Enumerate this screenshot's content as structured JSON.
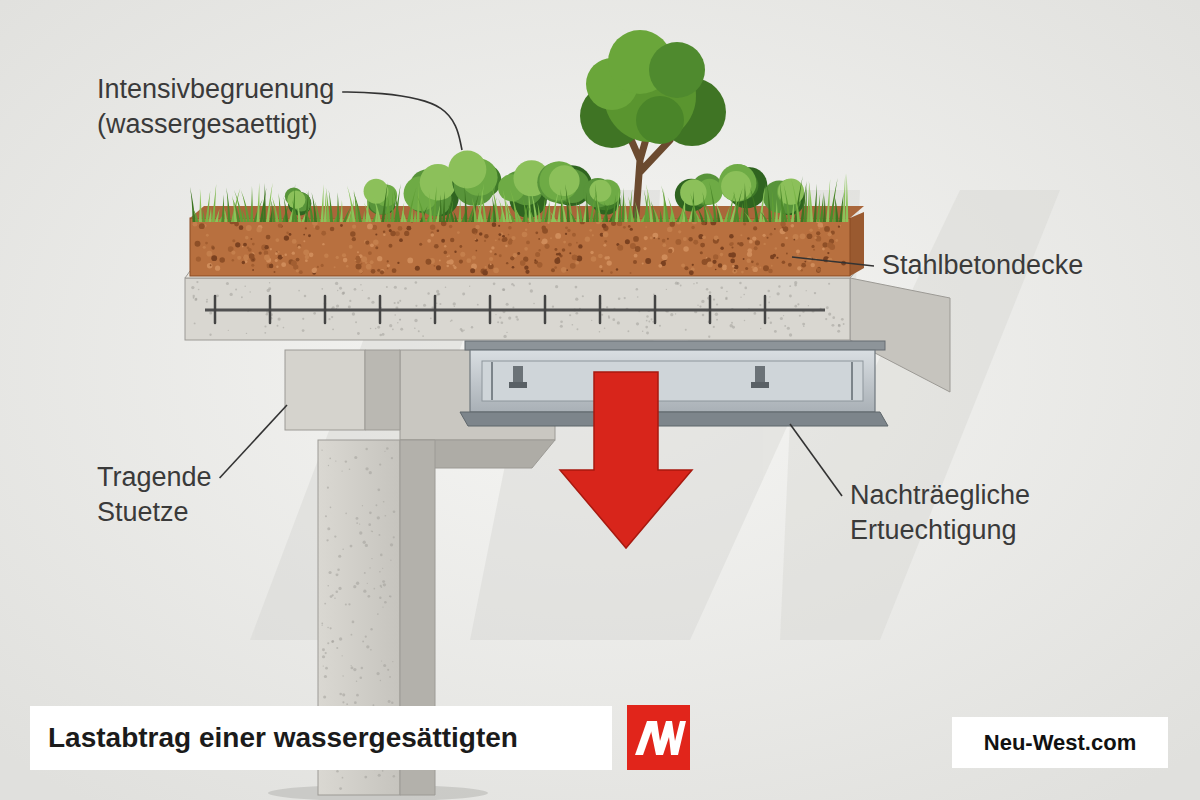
{
  "diagram": {
    "title": "Lastabtrag einer wassergesättigten",
    "nodes": [
      {
        "text": [
          "Neu-West.com"
        ]
      }
    ],
    "labels": [
      "Intensivbegruenung (wassergesaettigt)",
      "Stahlbetondecke",
      "Tragende Stuetze",
      "Nachträegliche Ertuechtigung"
    ]
  }
}
